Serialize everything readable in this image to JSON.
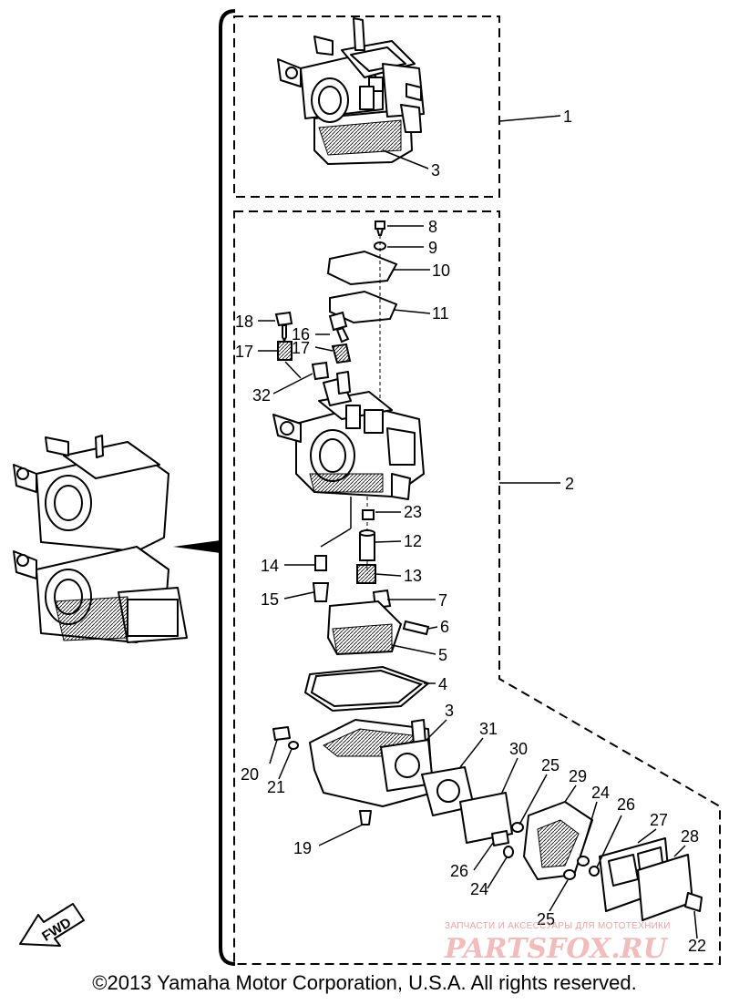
{
  "callouts": [
    {
      "id": "c1",
      "text": "1"
    },
    {
      "id": "c3a",
      "text": "3"
    },
    {
      "id": "c8",
      "text": "8"
    },
    {
      "id": "c9",
      "text": "9"
    },
    {
      "id": "c10",
      "text": "10"
    },
    {
      "id": "c11",
      "text": "11"
    },
    {
      "id": "c18",
      "text": "18"
    },
    {
      "id": "c16",
      "text": "16"
    },
    {
      "id": "c17a",
      "text": "17"
    },
    {
      "id": "c17b",
      "text": "17"
    },
    {
      "id": "c32",
      "text": "32"
    },
    {
      "id": "c2",
      "text": "2"
    },
    {
      "id": "c23",
      "text": "23"
    },
    {
      "id": "c12",
      "text": "12"
    },
    {
      "id": "c14",
      "text": "14"
    },
    {
      "id": "c13",
      "text": "13"
    },
    {
      "id": "c15",
      "text": "15"
    },
    {
      "id": "c7",
      "text": "7"
    },
    {
      "id": "c6",
      "text": "6"
    },
    {
      "id": "c5",
      "text": "5"
    },
    {
      "id": "c4",
      "text": "4"
    },
    {
      "id": "c3b",
      "text": "3"
    },
    {
      "id": "c31",
      "text": "31"
    },
    {
      "id": "c30",
      "text": "30"
    },
    {
      "id": "c25a",
      "text": "25"
    },
    {
      "id": "c29",
      "text": "29"
    },
    {
      "id": "c24a",
      "text": "24"
    },
    {
      "id": "c26a",
      "text": "26"
    },
    {
      "id": "c27",
      "text": "27"
    },
    {
      "id": "c28",
      "text": "28"
    },
    {
      "id": "c20",
      "text": "20"
    },
    {
      "id": "c21",
      "text": "21"
    },
    {
      "id": "c19",
      "text": "19"
    },
    {
      "id": "c26b",
      "text": "26"
    },
    {
      "id": "c24b",
      "text": "24"
    },
    {
      "id": "c25b",
      "text": "25"
    },
    {
      "id": "c22",
      "text": "22"
    }
  ],
  "fwd_label": "FWD",
  "watermark": {
    "small": "ЗАПЧАСТИ И АКСЕССУАРЫ ДЛЯ МОТОТЕХНИКИ",
    "big": "PARTSFOX.RU"
  },
  "footer": "©2013 Yamaha Motor Corporation, U.S.A. All rights reserved."
}
